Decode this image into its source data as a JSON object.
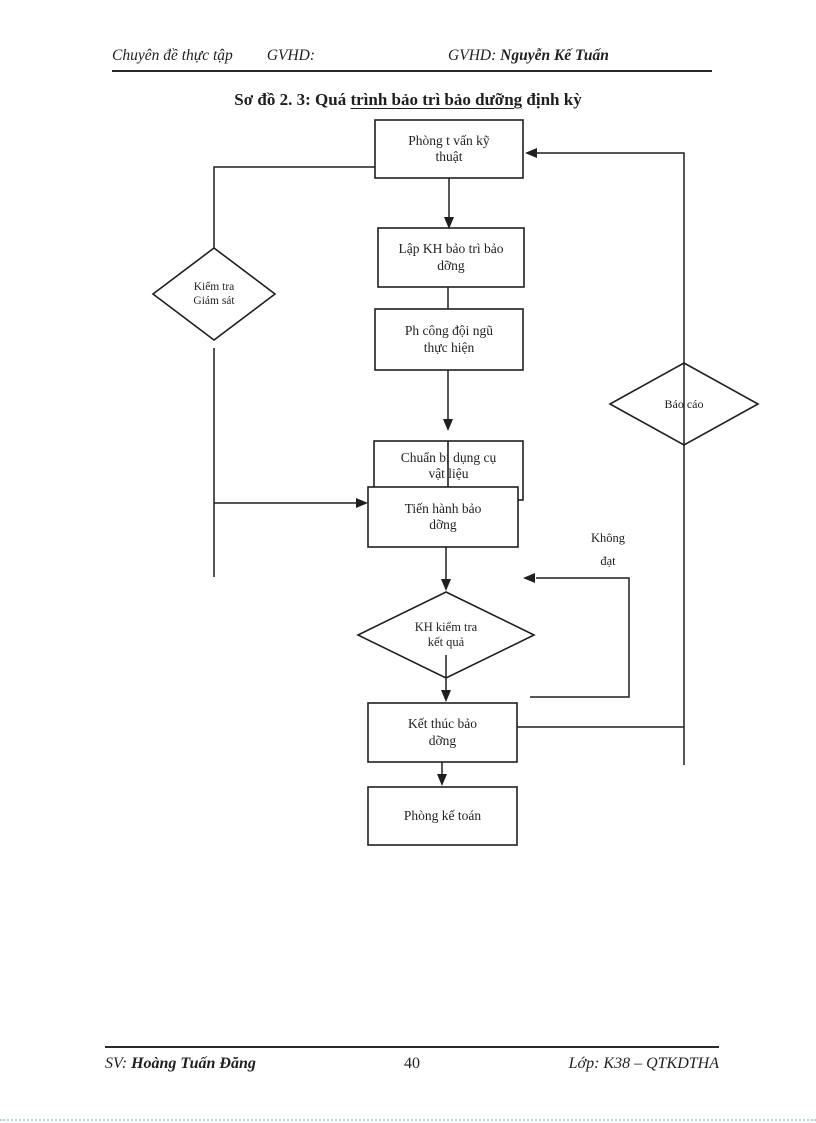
{
  "header": {
    "course": "Chuyên đề thực tập",
    "gvhd_label": "GVHD:",
    "gvhd2_label": "GVHD: ",
    "gvhd_name": "Nguyễn Kế Tuấn"
  },
  "title": {
    "prefix": "Sơ đồ 2. 3: Quá ",
    "underlined": "trình bảo trì bảo dưỡng",
    "suffix": " định kỳ"
  },
  "flowchart": {
    "nodes": {
      "phong_tu_van": {
        "label": "Phòng t  vấn  kỹ\nthuật"
      },
      "lap_kh": {
        "label": "Lập KH bảo trì bảo\ndỡng"
      },
      "phan_cong": {
        "label": "Ph công đội ngũ\nthực hiện"
      },
      "chuan_bi": {
        "label": "Chuẩn bị dụng cụ\nvật liệu"
      },
      "tien_hanh": {
        "label": "Tiến hành bảo\ndỡng"
      },
      "kh_kiem_tra": {
        "label": "KH kiểm tra\nkết quả"
      },
      "ket_thuc": {
        "label": "Kết thúc bảo\ndỡng"
      },
      "phong_ke_toan": {
        "label": "Phòng kế toán"
      },
      "kiem_tra_giam_sat": {
        "label": "Kiểm tra\nGiám sát"
      },
      "bao_cao": {
        "label": "Báo cáo"
      }
    },
    "edge_labels": {
      "khong_dat": "Không\nđạt"
    },
    "line_color": "#1f1f1f"
  },
  "footer": {
    "sv_label": "SV: ",
    "sv_name": "Hoàng Tuấn Đăng",
    "page_number": "40",
    "class_info": "Lớp: K38 – QTKDTHA"
  }
}
